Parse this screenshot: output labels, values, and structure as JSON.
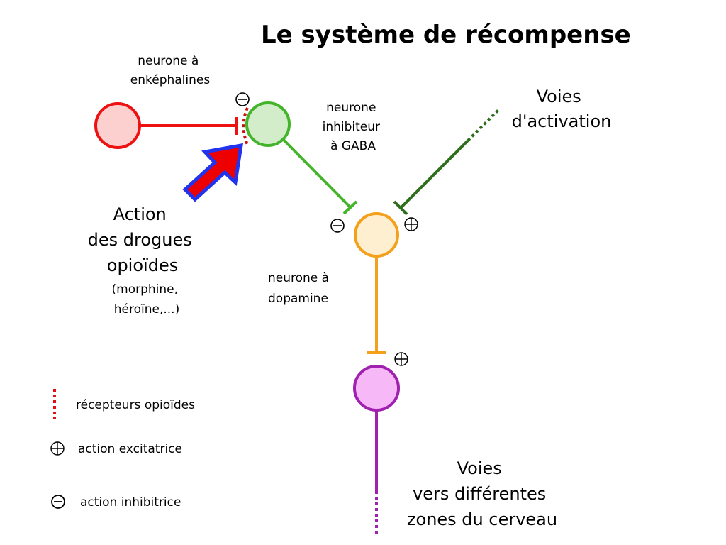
{
  "title": "Le système de récompense",
  "labels": {
    "enkephalin_neuron": [
      "neurone à",
      "enképhalines"
    ],
    "gaba_neuron": [
      "neurone",
      "inhibiteur",
      "à GABA"
    ],
    "dopamine_neuron": [
      "neurone à",
      "dopamine"
    ],
    "activation_pathways": [
      "Voies",
      "d'activation"
    ],
    "output_pathways": [
      "Voies",
      "vers différentes",
      "zones du cerveau"
    ],
    "drug_action": [
      "Action",
      "des drogues",
      "opioïdes"
    ],
    "drug_examples": [
      "(morphine,",
      "héroïne,...)"
    ]
  },
  "legend": {
    "receptors": "récepteurs opioïdes",
    "excitatory": "action excitatrice",
    "inhibitory": "action inhibitrice"
  },
  "colors": {
    "enkephalin": "#ee1111",
    "gaba": "#44b52a",
    "activation": "#2e6e1c",
    "dopamine": "#f5a01a",
    "target": "#a020b0",
    "arrow_fill": "#ee0000",
    "arrow_stroke": "#2233ee"
  }
}
